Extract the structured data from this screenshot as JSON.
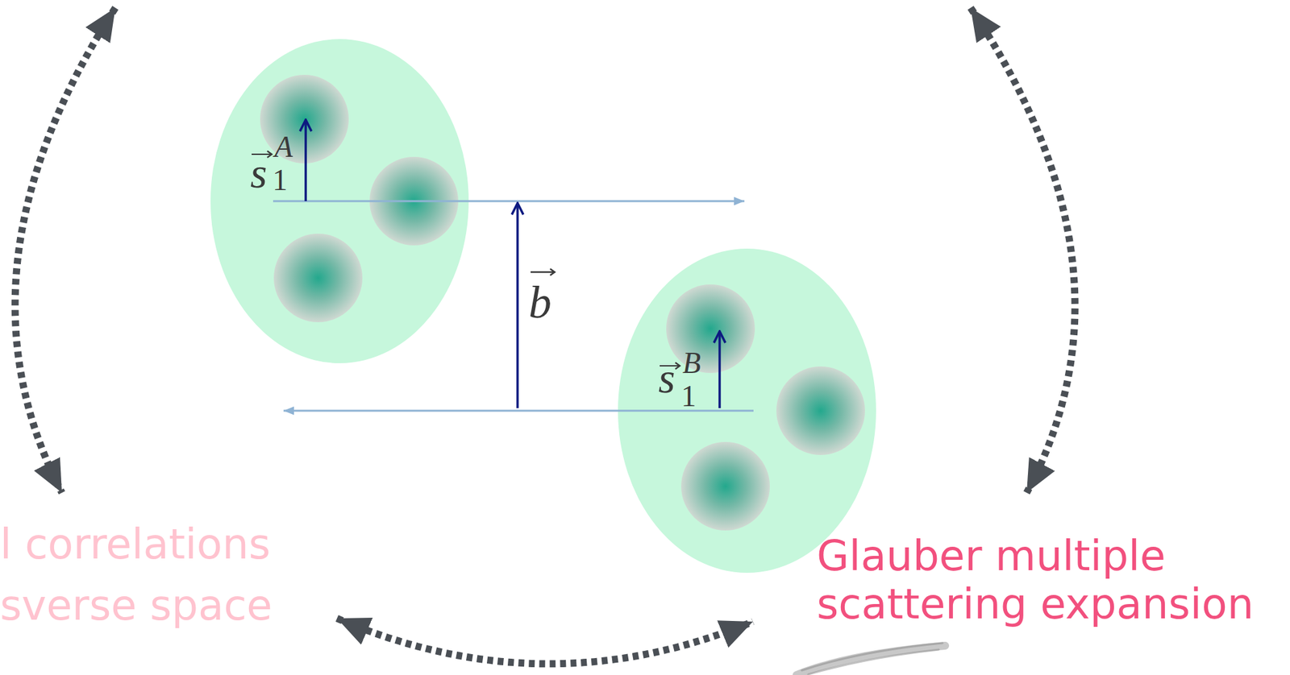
{
  "diagram": {
    "labels": [
      "s",
      "A",
      "1",
      "b",
      "s",
      "B",
      "1",
      "l correlations",
      "sverse space",
      "Glauber multiple scattering expansion"
    ]
  }
}
